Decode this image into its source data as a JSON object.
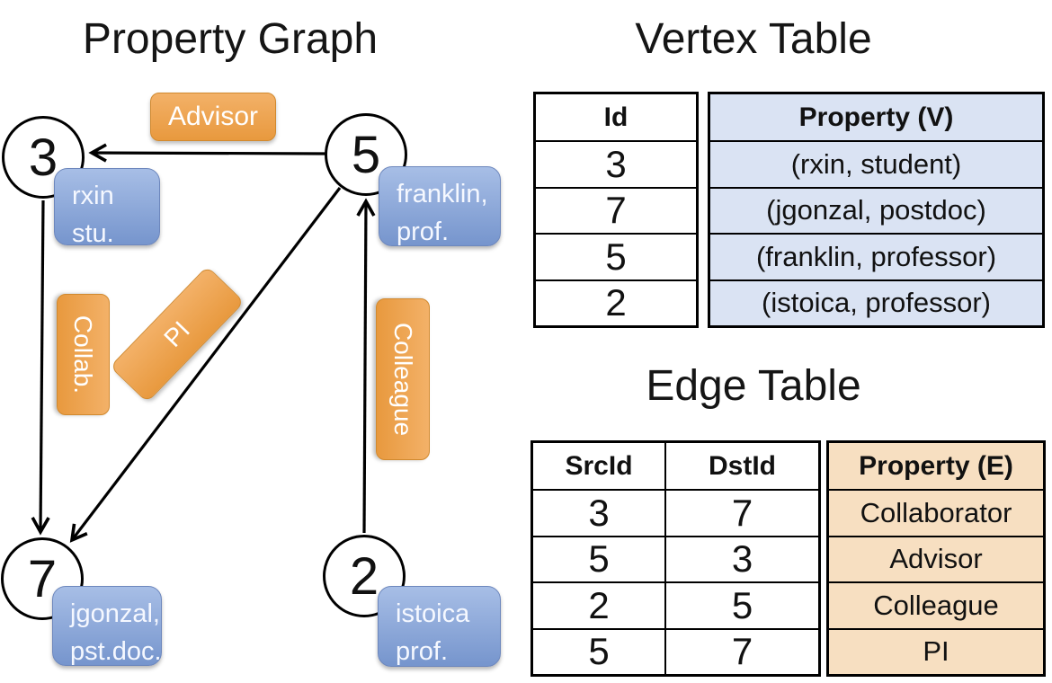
{
  "titles": {
    "property_graph": "Property Graph",
    "vertex_table": "Vertex Table",
    "edge_table": "Edge Table"
  },
  "graph": {
    "nodes": [
      {
        "id": "3",
        "line1": "rxin",
        "line2": "stu."
      },
      {
        "id": "5",
        "line1": "franklin,",
        "line2": "prof."
      },
      {
        "id": "7",
        "line1": "jgonzal,",
        "line2": "pst.doc."
      },
      {
        "id": "2",
        "line1": "istoica",
        "line2": "prof."
      }
    ],
    "edge_labels": {
      "advisor": "Advisor",
      "collab": "Collab.",
      "pi": "PI",
      "colleague": "Colleague"
    }
  },
  "vertex_table": {
    "headers": [
      "Id",
      "Property (V)"
    ],
    "rows": [
      [
        "3",
        "(rxin, student)"
      ],
      [
        "7",
        "(jgonzal, postdoc)"
      ],
      [
        "5",
        "(franklin, professor)"
      ],
      [
        "2",
        "(istoica, professor)"
      ]
    ]
  },
  "edge_table": {
    "headers": [
      "SrcId",
      "DstId",
      "Property (E)"
    ],
    "rows": [
      [
        "3",
        "7",
        "Collaborator"
      ],
      [
        "5",
        "3",
        "Advisor"
      ],
      [
        "2",
        "5",
        "Colleague"
      ],
      [
        "5",
        "7",
        "PI"
      ]
    ]
  },
  "colors": {
    "edge_label_orange": "#EDA24C",
    "node_label_blue": "#8CA9DA",
    "vertex_property_fill": "#DAE3F3",
    "edge_property_fill": "#F7DFC1",
    "line_black": "#000000"
  }
}
